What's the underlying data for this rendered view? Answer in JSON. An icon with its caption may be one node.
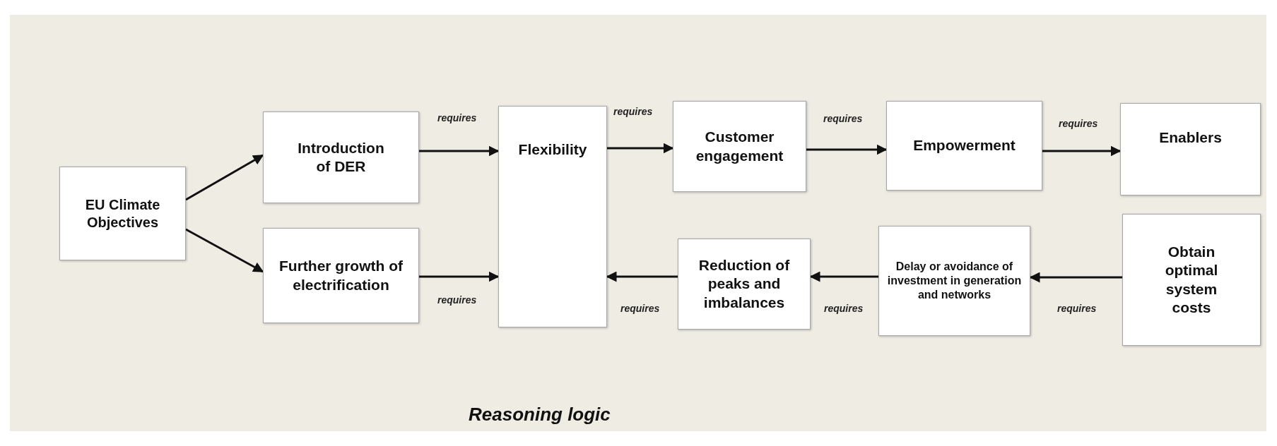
{
  "diagram": {
    "caption": "Reasoning logic",
    "nodes": [
      {
        "text": [
          "EU Climate Objectives"
        ]
      },
      {
        "text": [
          "Introduction of DER"
        ]
      },
      {
        "text": [
          "Further growth of electrification"
        ]
      },
      {
        "text": [
          "Flexibility"
        ]
      },
      {
        "text": [
          "Customer engagement"
        ]
      },
      {
        "text": [
          "Empowerment"
        ]
      },
      {
        "text": [
          "Enablers"
        ]
      },
      {
        "text": [
          "Reduction of peaks and imbalances"
        ]
      },
      {
        "text": [
          "Delay or avoidance of investment in generation and networks"
        ]
      },
      {
        "text": [
          "Obtain optimal system costs"
        ]
      }
    ],
    "edges": [
      {
        "from": 0,
        "to": 1,
        "arrow": "to"
      },
      {
        "from": 0,
        "to": 2,
        "arrow": "to"
      },
      {
        "from": 1,
        "to": 3,
        "arrow": "to",
        "label": "requires"
      },
      {
        "from": 2,
        "to": 3,
        "arrow": "to",
        "label": "requires"
      },
      {
        "from": 3,
        "to": 4,
        "arrow": "to",
        "label": "requires"
      },
      {
        "from": 4,
        "to": 5,
        "arrow": "to",
        "label": "requires"
      },
      {
        "from": 5,
        "to": 6,
        "arrow": "to",
        "label": "requires"
      },
      {
        "from": 9,
        "to": 8,
        "arrow": "to",
        "label": "requires"
      },
      {
        "from": 8,
        "to": 7,
        "arrow": "to",
        "label": "requires"
      },
      {
        "from": 7,
        "to": 3,
        "arrow": "to",
        "label": "requires"
      }
    ]
  }
}
